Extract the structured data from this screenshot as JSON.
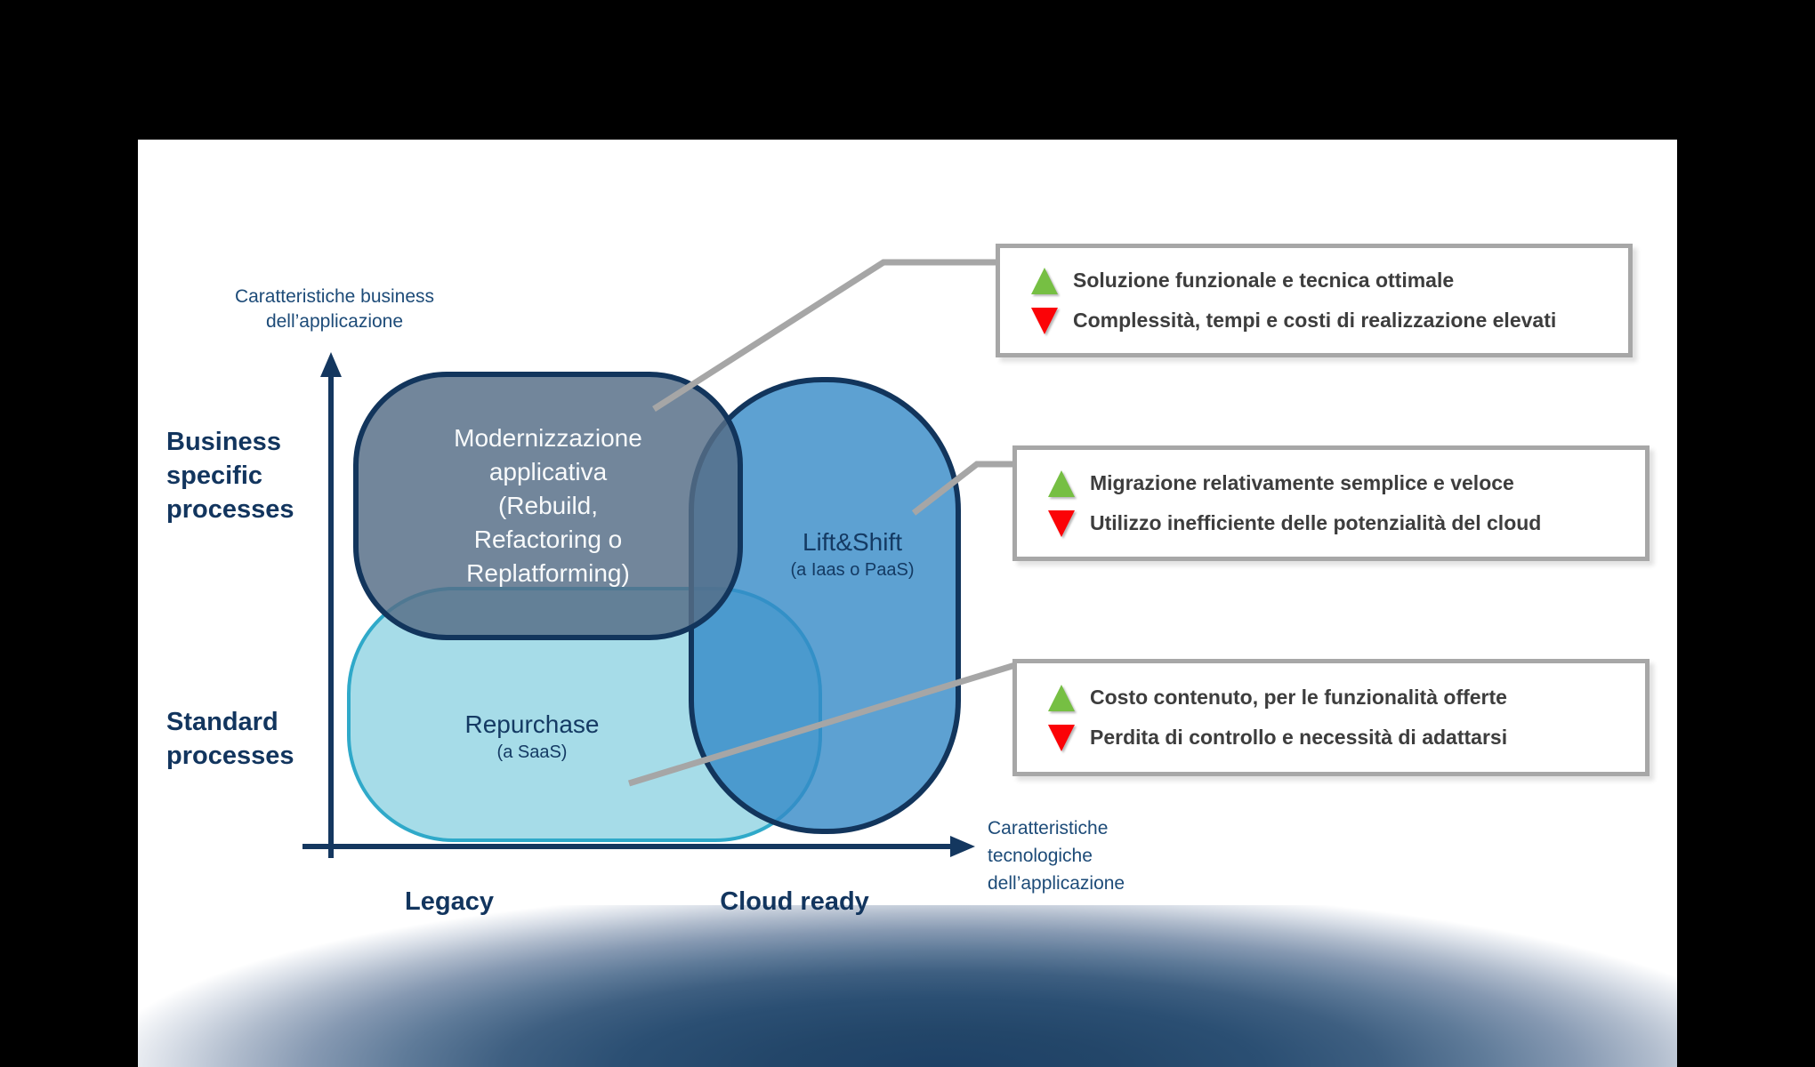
{
  "axes": {
    "y_caption": [
      "Caratteristiche business",
      "dell’applicazione"
    ],
    "x_caption": [
      "Caratteristiche",
      "tecnologiche",
      "dell’applicazione"
    ],
    "x_labels": [
      "Legacy",
      "Cloud ready"
    ]
  },
  "labels": {
    "business": [
      "Business",
      "specific",
      "processes"
    ],
    "standard": [
      "Standard",
      "processes"
    ]
  },
  "blobs": {
    "modernizzazione": {
      "lines": [
        "Modernizzazione",
        "applicativa",
        "(Rebuild,",
        "Refactoring o",
        "Replatforming)"
      ]
    },
    "liftshift": {
      "title": "Lift&Shift",
      "subtitle": "(a Iaas o PaaS)"
    },
    "repurchase": {
      "title": "Repurchase",
      "subtitle": "(a SaaS)"
    }
  },
  "callouts": [
    {
      "pro": "Soluzione funzionale e tecnica ottimale",
      "con": "Complessità, tempi e costi di realizzazione elevati"
    },
    {
      "pro": "Migrazione relativamente semplice e veloce",
      "con": "Utilizzo inefficiente delle potenzialità del cloud"
    },
    {
      "pro": "Costo contenuto, per le funzionalità offerte",
      "con": "Perdita di controllo e necessità di adattarsi"
    }
  ],
  "colors": {
    "navy": "#14375f",
    "navy_text": "#1d4b78",
    "connector_gray": "#a6a6a6",
    "callout_border": "#a7a7a7",
    "green_triangle": "#76bf43",
    "red_triangle": "#fb0307",
    "modern_fill": "#7a92ac",
    "liftshift_fill": "#61a3d3",
    "repurchase_fill": "#a6dce8",
    "repurchase_border": "#2fa9c9"
  }
}
